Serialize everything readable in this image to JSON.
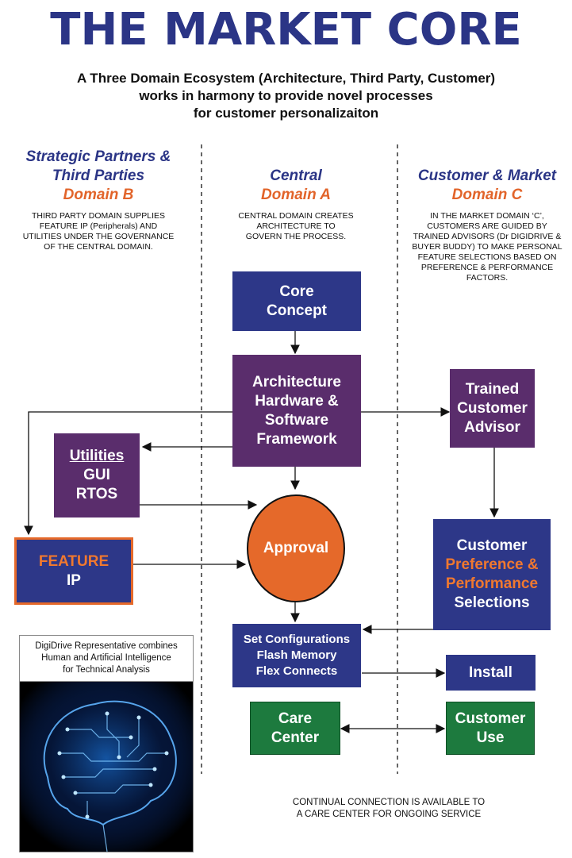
{
  "title": "THE MARKET CORE",
  "subtitle": {
    "line1": "A Three Domain Ecosystem (Architecture, Third Party, Customer)",
    "line2": "works in harmony to provide novel processes",
    "line3": "for customer personalizaiton"
  },
  "columns": {
    "left": {
      "head1": "Strategic Partners &",
      "head2": "Third Parties",
      "domain": "Domain B",
      "desc1": "THIRD PARTY DOMAIN SUPPLIES",
      "desc2": "FEATURE IP (Peripherals) AND",
      "desc3": "UTILITIES UNDER THE GOVERNANCE",
      "desc4": "OF THE CENTRAL DOMAIN."
    },
    "center": {
      "head1": "Central",
      "domain": "Domain A",
      "desc1": "CENTRAL DOMAIN CREATES",
      "desc2": "ARCHITECTURE TO",
      "desc3": "GOVERN THE PROCESS."
    },
    "right": {
      "head1": "Customer & Market",
      "domain": "Domain C",
      "desc1": "IN THE MARKET DOMAIN ‘C’,",
      "desc2": "CUSTOMERS ARE GUIDED BY",
      "desc3": "TRAINED ADVISORS (Dr DIGIDRIVE &",
      "desc4": "BUYER BUDDY) TO MAKE PERSONAL",
      "desc5": "FEATURE SELECTIONS BASED ON",
      "desc6": "PREFERENCE & PERFORMANCE",
      "desc7": "FACTORS."
    }
  },
  "boxes": {
    "core_concept": [
      "Core",
      "Concept"
    ],
    "architecture": [
      "Architecture",
      "Hardware &",
      "Software",
      "Framework"
    ],
    "utilities": [
      "Utilities",
      "GUI",
      "RTOS"
    ],
    "approval": "Approval",
    "feature": [
      "FEATURE",
      "IP"
    ],
    "trained_advisor": [
      "Trained",
      "Customer",
      "Advisor"
    ],
    "customer_pref": [
      "Customer",
      "Preference &",
      "Performance",
      "Selections"
    ],
    "set_config": [
      "Set Configurations",
      "Flash Memory",
      "Flex Connects"
    ],
    "install": "Install",
    "care_center": [
      "Care",
      "Center"
    ],
    "customer_use": [
      "Customer",
      "Use"
    ]
  },
  "brain_caption": {
    "line1": "DigiDrive Representative combines",
    "line2": "Human and Artificial Intelligence",
    "line3": "for Technical Analysis"
  },
  "footer": {
    "line1": "CONTINUAL CONNECTION IS AVAILABLE TO",
    "line2": "A CARE CENTER FOR ONGOING SERVICE"
  },
  "colors": {
    "title": "#2b3586",
    "domain_accent": "#e2642a",
    "navy_box": "#2d3788",
    "purple_box": "#5a2d6c",
    "green_box": "#1d7a3e",
    "approval": "#e5692a"
  }
}
